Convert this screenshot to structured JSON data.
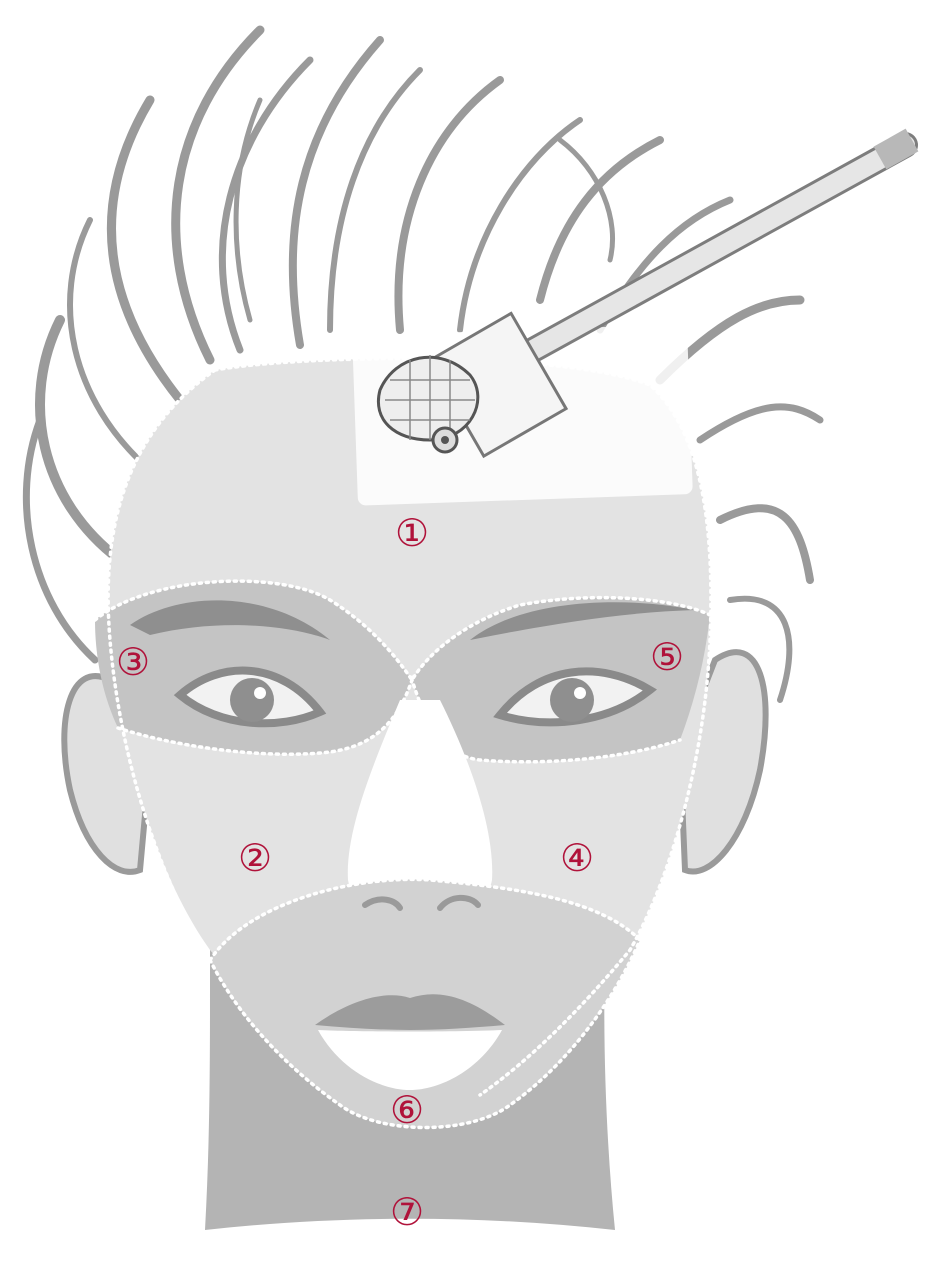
{
  "diagram": {
    "zones": [
      {
        "id": "zone-1",
        "label": "①"
      },
      {
        "id": "zone-2",
        "label": "②"
      },
      {
        "id": "zone-3",
        "label": "③"
      },
      {
        "id": "zone-4",
        "label": "④"
      },
      {
        "id": "zone-5",
        "label": "⑤"
      },
      {
        "id": "zone-6",
        "label": "⑥"
      },
      {
        "id": "zone-7",
        "label": "⑦"
      }
    ],
    "colors": {
      "label": "#b0123a",
      "hair": "#9a9a9a",
      "skin": "#e3e3e3",
      "eye_band": "#c2c2c2",
      "chin": "#d2d2d2",
      "neck": "#b4b4b4",
      "feature": "#8f8f8f",
      "zone_outline": "#ffffff"
    },
    "icons": [
      "derma-roller-icon"
    ]
  }
}
